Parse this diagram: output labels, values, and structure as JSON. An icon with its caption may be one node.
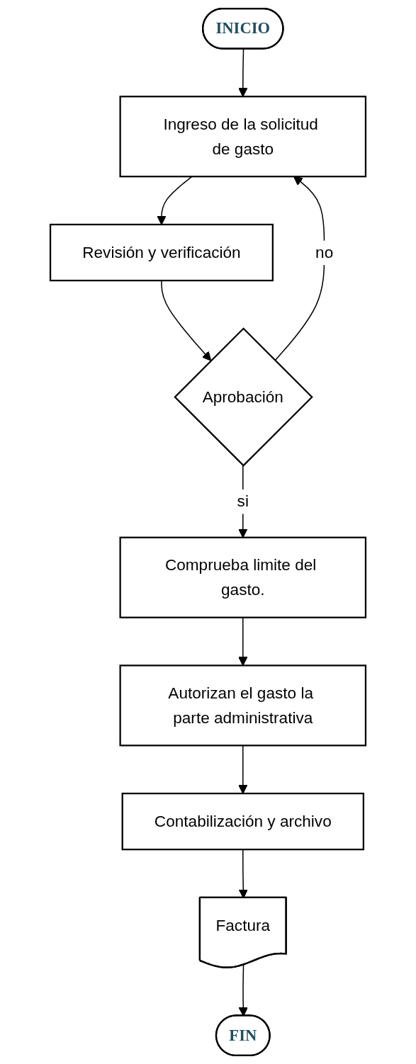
{
  "diagram": {
    "nodes": [
      {
        "text": [
          "INICIO"
        ]
      },
      {
        "text": [
          "Ingreso de la solicitud de gasto"
        ]
      },
      {
        "text": [
          "Revisión y verificación"
        ]
      },
      {
        "text": [
          "Aprobación"
        ]
      },
      {
        "text": [
          "Comprueba limite del gasto."
        ]
      },
      {
        "text": [
          "Autorizan el gasto la parte administrativa"
        ]
      },
      {
        "text": [
          "Contabilización y archivo"
        ]
      },
      {
        "text": [
          "Factura"
        ]
      },
      {
        "text": [
          "FIN"
        ]
      }
    ],
    "edges": [
      {
        "from": 0,
        "to": 1,
        "arrow": "to"
      },
      {
        "from": 1,
        "to": 2,
        "arrow": "to"
      },
      {
        "from": 2,
        "to": 3,
        "arrow": "to"
      },
      {
        "from": 3,
        "to": 1,
        "arrow": "to",
        "label": "no"
      },
      {
        "from": 3,
        "to": 4,
        "arrow": "to",
        "label": "si"
      },
      {
        "from": 4,
        "to": 5,
        "arrow": "to"
      },
      {
        "from": 5,
        "to": 6,
        "arrow": "to"
      },
      {
        "from": 6,
        "to": 7,
        "arrow": "to"
      },
      {
        "from": 7,
        "to": 8,
        "arrow": "to"
      }
    ]
  }
}
